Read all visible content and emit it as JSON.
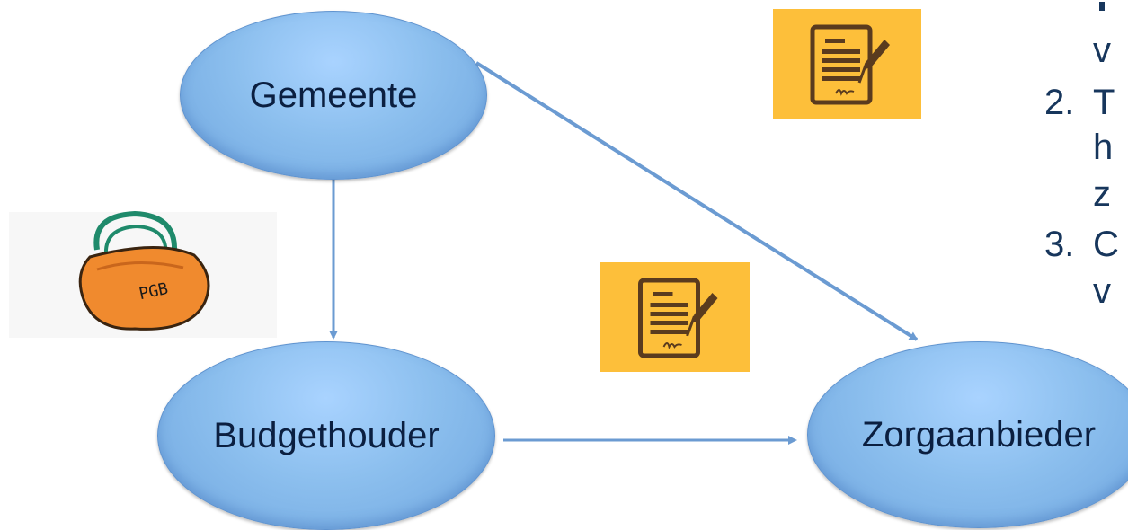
{
  "nodes": {
    "gemeente": "Gemeente",
    "budgethouder": "Budgethouder",
    "zorgaanbieder": "Zorgaanbieder"
  },
  "purse_label": "PGB",
  "list": {
    "item1_cont": "v",
    "item2_num": "2.",
    "item2_line1": "T",
    "item2_line2": "h",
    "item2_line3": "z",
    "item3_num": "3.",
    "item3_line1": "C",
    "item3_line2": "v"
  },
  "colors": {
    "node_fill": "#8cbfee",
    "arrow": "#6b9bd2",
    "doc_card": "#fdbf3a",
    "doc_icon": "#5a3b1e",
    "purse": "#f08a2e",
    "purse_handle": "#1f8a6b",
    "text": "#17365c"
  }
}
